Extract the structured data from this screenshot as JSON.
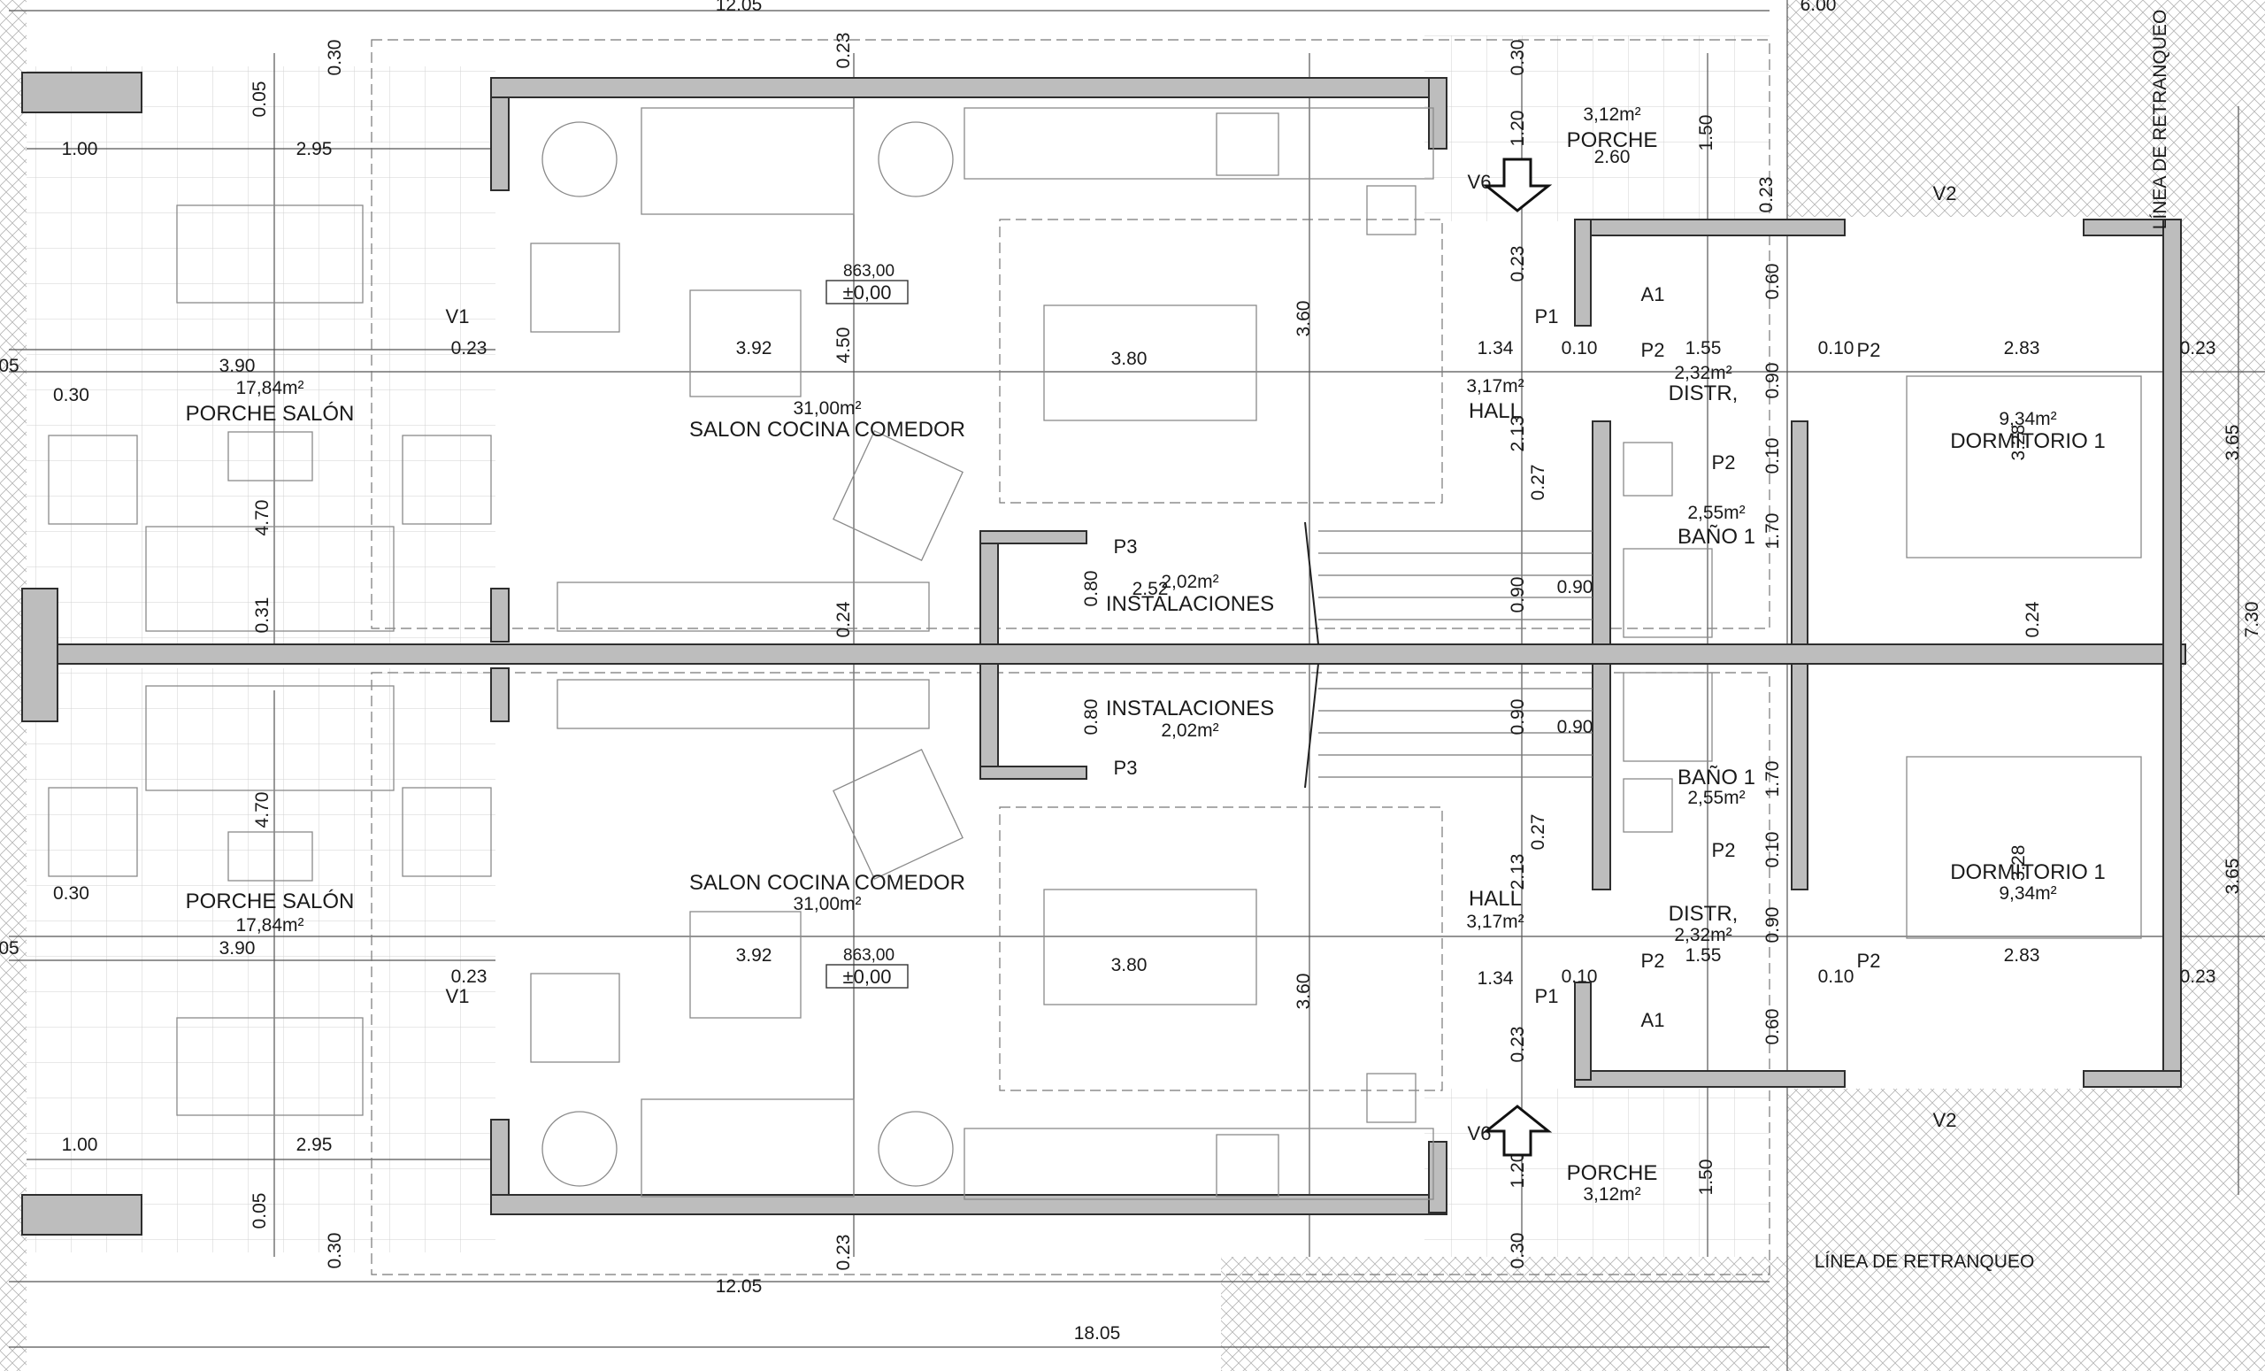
{
  "dimensions": {
    "overall_top_left": "12.05",
    "overall_top_right": "6.00",
    "overall_bottom_left": "12.05",
    "overall_total": "18.05",
    "offset_030": "0.30",
    "offset_023": "0.23",
    "offset_005": "0.05",
    "porch_100": "1.00",
    "porch_295": "2.95",
    "porch_390": "3.90",
    "porch_470": "4.70",
    "porch_031": "0.31",
    "salon_392": "3.92",
    "salon_450": "4.50",
    "salon_024": "0.24",
    "dining_380": "3.80",
    "dining_360": "3.60",
    "inst_080": "0.80",
    "inst_252": "2.52",
    "hall_134": "1.34",
    "hall_213": "2.13",
    "hall_027": "0.27",
    "hall_120": "1.20",
    "hall_090": "0.90",
    "porch_right_150": "1.50",
    "porch_right_260": "2.60",
    "distr_155": "1.55",
    "distr_010": "0.10",
    "distr_060": "0.60",
    "distr_090": "0.90",
    "bath_170": "1.70",
    "bath_010": "0.10",
    "dorm_283": "2.83",
    "dorm_328": "3.28",
    "dorm_024": "0.24",
    "dorm_365": "3.65",
    "side_05": "05",
    "side_730": "7.30"
  },
  "rooms": {
    "salon_name": "SALON COCINA COMEDOR",
    "salon_area": "31,00m²",
    "porche_salon_name": "PORCHE SALÓN",
    "porche_salon_area": "17,84m²",
    "instalaciones_name": "INSTALACIONES",
    "instalaciones_area": "2,02m²",
    "hall_name": "HALL",
    "hall_area": "3,17m²",
    "porche_name": "PORCHE",
    "porche_area": "3,12m²",
    "distr_name": "DISTR,",
    "distr_area": "2,32m²",
    "bano_name": "BAÑO 1",
    "bano_area": "2,55m²",
    "dormitorio_name": "DORMITORIO 1",
    "dormitorio_area": "9,34m²"
  },
  "elevation": {
    "level": "863,00",
    "zero": "±0,00"
  },
  "tags": {
    "v1": "V1",
    "v2": "V2",
    "v6": "V6",
    "p1": "P1",
    "p2": "P2",
    "p3": "P3",
    "a1": "A1"
  },
  "setback_label": "LÍNEA DE RETRANQUEO",
  "colors": {
    "wall": "#3a3a3a",
    "hatch": "#9a9a9a",
    "furniture": "#8a8a8a",
    "grid": "#c8c8c8"
  }
}
